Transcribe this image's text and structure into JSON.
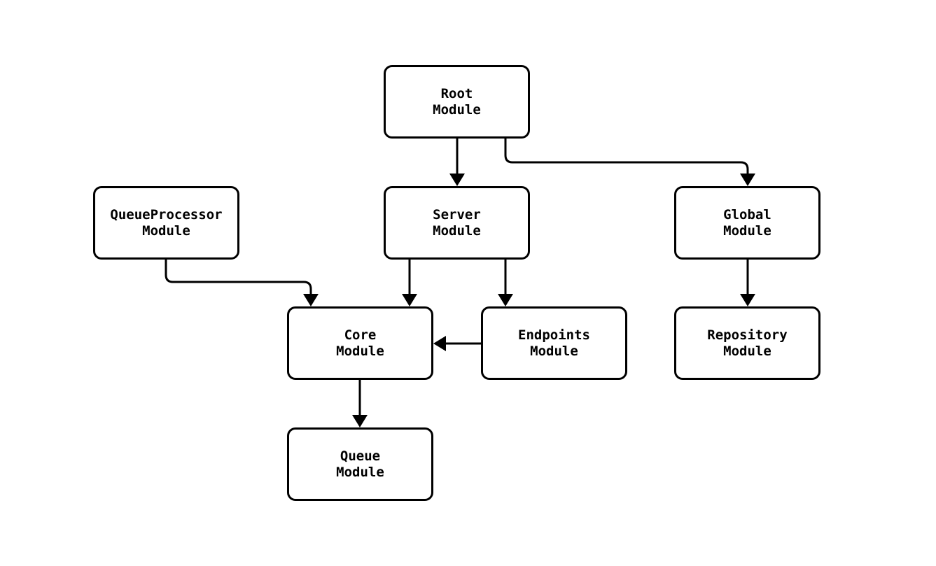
{
  "diagram": {
    "type": "flowchart",
    "direction": "top-down",
    "colors": {
      "background": "#ffffff",
      "node_fill": "#ffffff",
      "node_border": "#000000",
      "edge": "#000000",
      "text": "#000000"
    },
    "nodes": [
      {
        "id": "root",
        "line1": "Root",
        "line2": "Module"
      },
      {
        "id": "queueprocessor",
        "line1": "QueueProcessor",
        "line2": "Module"
      },
      {
        "id": "server",
        "line1": "Server",
        "line2": "Module"
      },
      {
        "id": "global",
        "line1": "Global",
        "line2": "Module"
      },
      {
        "id": "core",
        "line1": "Core",
        "line2": "Module"
      },
      {
        "id": "endpoints",
        "line1": "Endpoints",
        "line2": "Module"
      },
      {
        "id": "repository",
        "line1": "Repository",
        "line2": "Module"
      },
      {
        "id": "queue",
        "line1": "Queue",
        "line2": "Module"
      }
    ],
    "edges": [
      {
        "from": "Root Module",
        "to": "Server Module"
      },
      {
        "from": "Root Module",
        "to": "Global Module"
      },
      {
        "from": "QueueProcessor Module",
        "to": "Core Module"
      },
      {
        "from": "Server Module",
        "to": "Core Module"
      },
      {
        "from": "Server Module",
        "to": "Endpoints Module"
      },
      {
        "from": "Endpoints Module",
        "to": "Core Module"
      },
      {
        "from": "Global Module",
        "to": "Repository Module"
      },
      {
        "from": "Core Module",
        "to": "Queue Module"
      }
    ]
  }
}
